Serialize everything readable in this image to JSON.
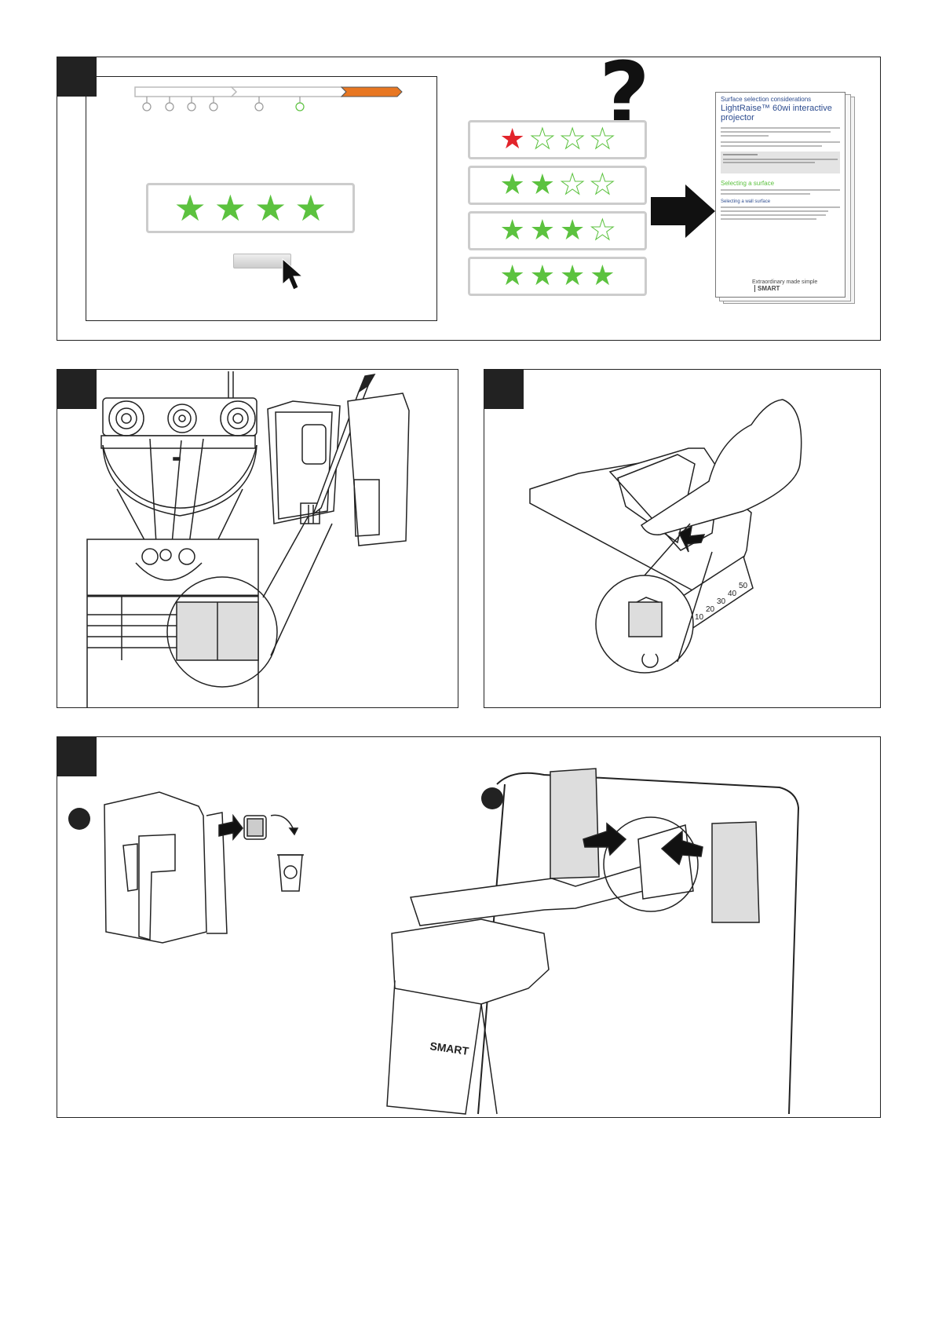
{
  "panel1": {
    "stars": {
      "filled": 4,
      "total": 4
    },
    "ratings": [
      {
        "filled": 1,
        "total": 4,
        "first_color": "#e2242b"
      },
      {
        "filled": 2,
        "total": 4
      },
      {
        "filled": 3,
        "total": 4
      },
      {
        "filled": 4,
        "total": 4
      }
    ],
    "question_mark": "?",
    "star_color": "#5cc23f",
    "accent_orange": "#e87722",
    "doc": {
      "kicker": "Surface selection considerations",
      "title_line1": "LightRaise™ 60wi interactive",
      "title_line2": "projector",
      "section1": "Selecting a surface",
      "section2": "Selecting a wall surface",
      "footer_tagline": "Extraordinary made simple",
      "footer_brand": "SMART"
    }
  },
  "panel3": {
    "scale_labels": [
      "10",
      "20",
      "30",
      "40",
      "50"
    ]
  },
  "panel4": {
    "brand": "SMART",
    "icon_names": [
      "recycle-icon",
      "arrow-icon"
    ]
  }
}
